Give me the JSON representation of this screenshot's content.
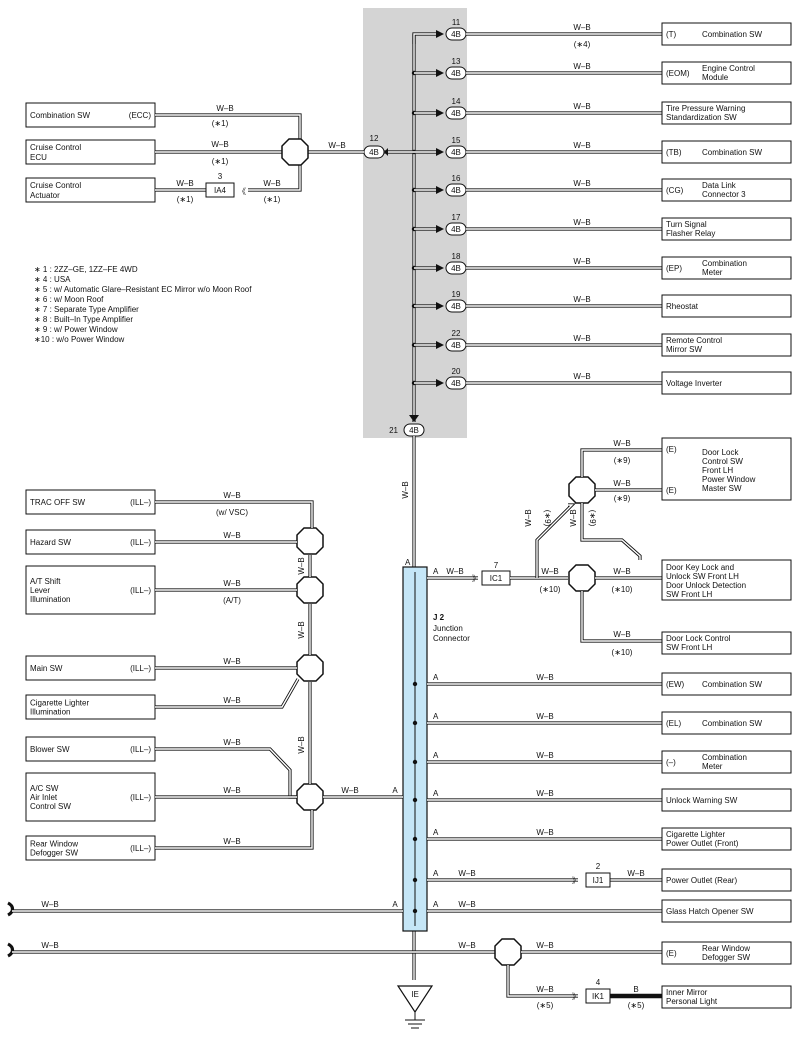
{
  "colors": {
    "shaded_area": "#d4d4d4",
    "junction_fill": "#c5e6f7",
    "wire": "#111111"
  },
  "wire_color": "W–B",
  "wire_color_b": "B",
  "connector_4b": "4B",
  "splice_a": "A",
  "notes": [
    "∗ 1 : 2ZZ–GE,  1ZZ–FE 4WD",
    "∗ 4 : USA",
    "∗ 5 : w/ Automatic Glare–Resistant EC Mirror w/o Moon Roof",
    "∗ 6 : w/ Moon Roof",
    "∗ 7 : Separate Type Amplifier",
    "∗ 8 : Built–In Type Amplifier",
    "∗ 9 : w/ Power Window",
    "∗10 : w/o Power Window"
  ],
  "left_top": {
    "pin12": "12",
    "combination_sw": {
      "name": "Combination SW",
      "term": "(ECC)",
      "cond": "(∗1)"
    },
    "cruise_ecu": {
      "name1": "Cruise Control",
      "name2": "ECU",
      "cond": "(∗1)"
    },
    "cruise_act": {
      "name1": "Cruise Control",
      "name2": "Actuator",
      "conn_pin": "3",
      "conn": "IA4",
      "cond1": "(∗1)",
      "cond2": "(∗1)"
    }
  },
  "right_top": [
    {
      "pin": "11",
      "term": "(T)",
      "name1": "Combination SW",
      "name2": "",
      "cond": "(∗4)"
    },
    {
      "pin": "13",
      "term": "(EOM)",
      "name1": "Engine Control",
      "name2": "Module",
      "cond": ""
    },
    {
      "pin": "14",
      "term": "",
      "name1": "Tire Pressure Warning",
      "name2": "Standardization SW",
      "cond": ""
    },
    {
      "pin": "15",
      "term": "(TB)",
      "name1": "Combination SW",
      "name2": "",
      "cond": ""
    },
    {
      "pin": "16",
      "term": "(CG)",
      "name1": "Data Link",
      "name2": "Connector 3",
      "cond": ""
    },
    {
      "pin": "17",
      "term": "",
      "name1": "Turn Signal",
      "name2": "Flasher Relay",
      "cond": ""
    },
    {
      "pin": "18",
      "term": "(EP)",
      "name1": "Combination",
      "name2": "Meter",
      "cond": ""
    },
    {
      "pin": "19",
      "term": "",
      "name1": "Rheostat",
      "name2": "",
      "cond": ""
    },
    {
      "pin": "22",
      "term": "",
      "name1": "Remote Control",
      "name2": "Mirror SW",
      "cond": ""
    },
    {
      "pin": "20",
      "term": "",
      "name1": "Voltage Inverter",
      "name2": "",
      "cond": ""
    }
  ],
  "pin21": "21",
  "left_ill": [
    {
      "name1": "TRAC OFF SW",
      "name2": "",
      "name3": "",
      "term": "(ILL–)",
      "cond": "(w/ VSC)"
    },
    {
      "name1": "Hazard SW",
      "name2": "",
      "name3": "",
      "term": "(ILL–)",
      "cond": ""
    },
    {
      "name1": "A/T Shift",
      "name2": "Lever",
      "name3": "Illumination",
      "term": "(ILL–)",
      "cond": "(A/T)"
    },
    {
      "name1": "Main SW",
      "name2": "",
      "name3": "",
      "term": "(ILL–)",
      "cond": ""
    },
    {
      "name1": "Cigarette Lighter",
      "name2": "Illumination",
      "name3": "",
      "term": "",
      "cond": ""
    },
    {
      "name1": "Blower SW",
      "name2": "",
      "name3": "",
      "term": "(ILL–)",
      "cond": ""
    },
    {
      "name1": "A/C SW",
      "name2": "Air Inlet",
      "name3": "Control SW",
      "term": "(ILL–)",
      "cond": ""
    },
    {
      "name1": "Rear Window",
      "name2": "Defogger SW",
      "name3": "",
      "term": "(ILL–)",
      "cond": ""
    }
  ],
  "junction": {
    "id": "J 2",
    "name1": "Junction",
    "name2": "Connector"
  },
  "door": {
    "ic1_pin": "7",
    "ic1": "IC1",
    "cond9": "(∗9)",
    "cond10": "(∗10)",
    "lock_ctrl": {
      "term1": "(E)",
      "term2": "(E)",
      "name1": "Door Lock",
      "name2": "Control SW",
      "name3": "Front LH",
      "name4": "Power Window",
      "name5": "Master SW"
    },
    "key_lock": {
      "name1": "Door Key Lock and",
      "name2": "Unlock SW Front LH",
      "name3": "Door Unlock Detection",
      "name4": "SW Front LH"
    },
    "lock_ctrl_sw": {
      "name1": "Door Lock Control",
      "name2": "SW Front LH"
    }
  },
  "right_j2": [
    {
      "term": "(EW)",
      "name1": "Combination SW",
      "name2": ""
    },
    {
      "term": "(EL)",
      "name1": "Combination SW",
      "name2": ""
    },
    {
      "term": "(–)",
      "name1": "Combination",
      "name2": "Meter"
    },
    {
      "term": "",
      "name1": "Unlock Warning SW",
      "name2": ""
    },
    {
      "term": "",
      "name1": "Cigarette Lighter",
      "name2": "Power Outlet (Front)"
    },
    {
      "term": "",
      "name1": "Power Outlet (Rear)",
      "name2": "",
      "conn_pin": "2",
      "conn": "IJ1"
    },
    {
      "term": "",
      "name1": "Glass Hatch Opener SW",
      "name2": ""
    }
  ],
  "bottom": {
    "rear_def": {
      "term": "(E)",
      "name1": "Rear Window",
      "name2": "Defogger SW"
    },
    "inner_mirror": {
      "name1": "Inner Mirror",
      "name2": "Personal Light",
      "conn_pin": "4",
      "conn": "IK1",
      "cond": "(∗5)"
    },
    "ground": "IE"
  }
}
